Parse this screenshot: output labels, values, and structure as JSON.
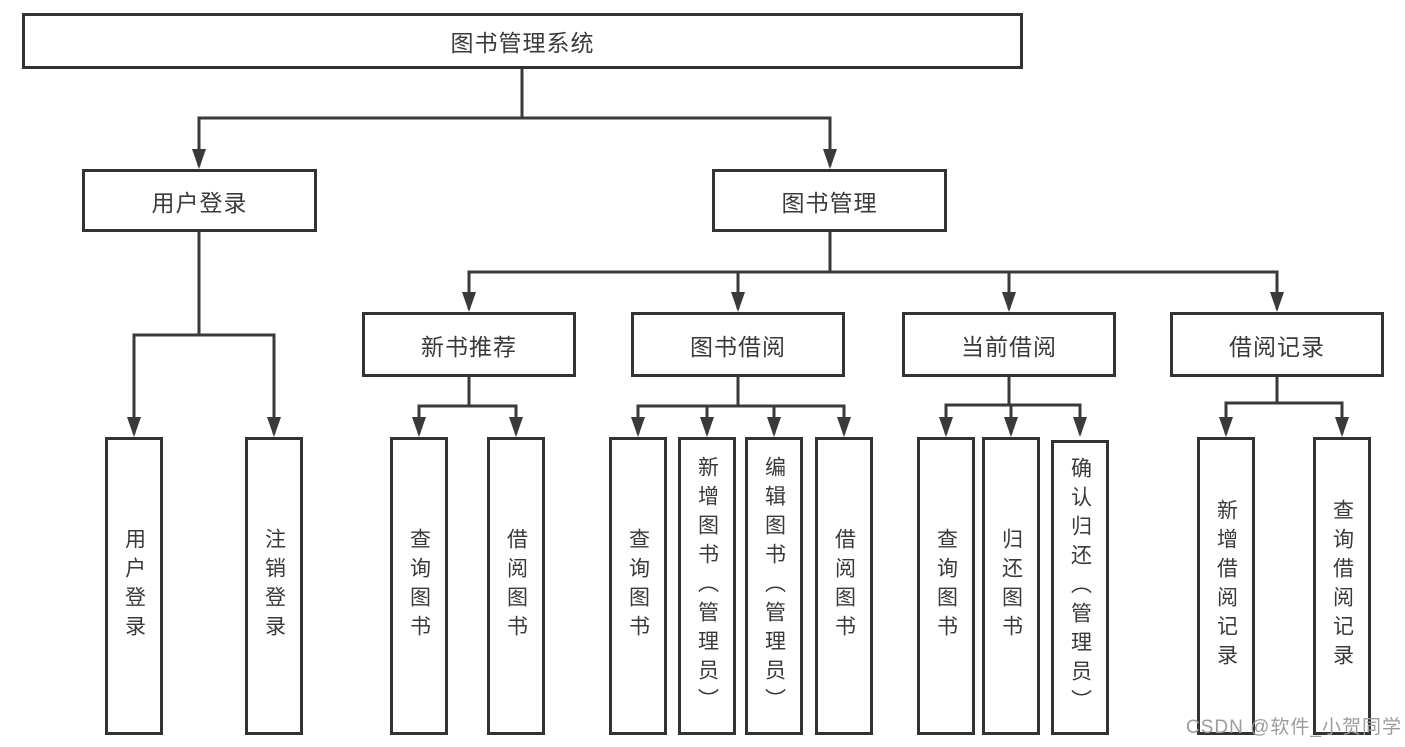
{
  "tree": {
    "root": {
      "label": "图书管理系统"
    },
    "branches": [
      {
        "label": "用户登录",
        "children": [
          {
            "label": "用户登录"
          },
          {
            "label": "注销登录"
          }
        ]
      },
      {
        "label": "图书管理",
        "children": [
          {
            "label": "新书推荐",
            "children": [
              {
                "label": "查询图书"
              },
              {
                "label": "借阅图书"
              }
            ]
          },
          {
            "label": "图书借阅",
            "children": [
              {
                "label": "查询图书"
              },
              {
                "label": "新增图书（管理员）"
              },
              {
                "label": "编辑图书（管理员）"
              },
              {
                "label": "借阅图书"
              }
            ]
          },
          {
            "label": "当前借阅",
            "children": [
              {
                "label": "查询图书"
              },
              {
                "label": "归还图书"
              },
              {
                "label": "确认归还（管理员）"
              }
            ]
          },
          {
            "label": "借阅记录",
            "children": [
              {
                "label": "新增借阅记录"
              },
              {
                "label": "查询借阅记录"
              }
            ]
          }
        ]
      }
    ]
  },
  "watermark": {
    "text": "CSDN @软件_小贺同学"
  },
  "colors": {
    "line": "#3a3a3a",
    "box_border": "#333333",
    "box_fill": "#ffffff",
    "text": "#3a3a3a",
    "watermark": "#9c9c9c",
    "background": "#ffffff"
  }
}
